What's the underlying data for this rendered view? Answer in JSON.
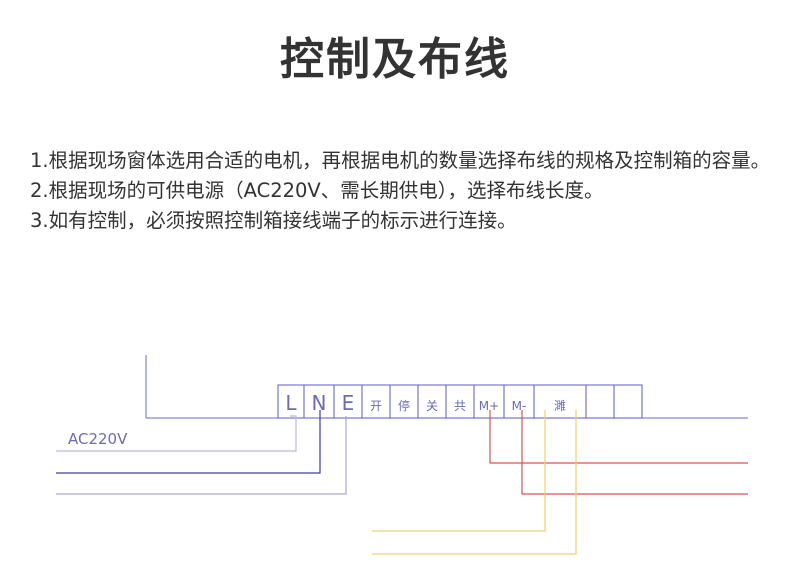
{
  "title": "控制及布线",
  "instructions": [
    "1.根据现场窗体选用合适的电机，再根据电机的数量选择布线的规格及控制箱的容量。",
    "2.根据现场的可供电源（AC220V、需长期供电），选择布线长度。",
    "3.如有控制，必须按照控制箱接线端子的标示进行连接。"
  ],
  "diagram": {
    "power_label": "AC220V",
    "terminals": [
      "L",
      "N",
      "E",
      "开",
      "停",
      "关",
      "共",
      "M+",
      "M-",
      "濉",
      "",
      ""
    ],
    "colors": {
      "box": "#5a5ad0",
      "power_line": "#b9b9e8",
      "dark_line": "#3a3ab8",
      "red_line": "#e05050",
      "yellow_line": "#f0d070"
    }
  }
}
